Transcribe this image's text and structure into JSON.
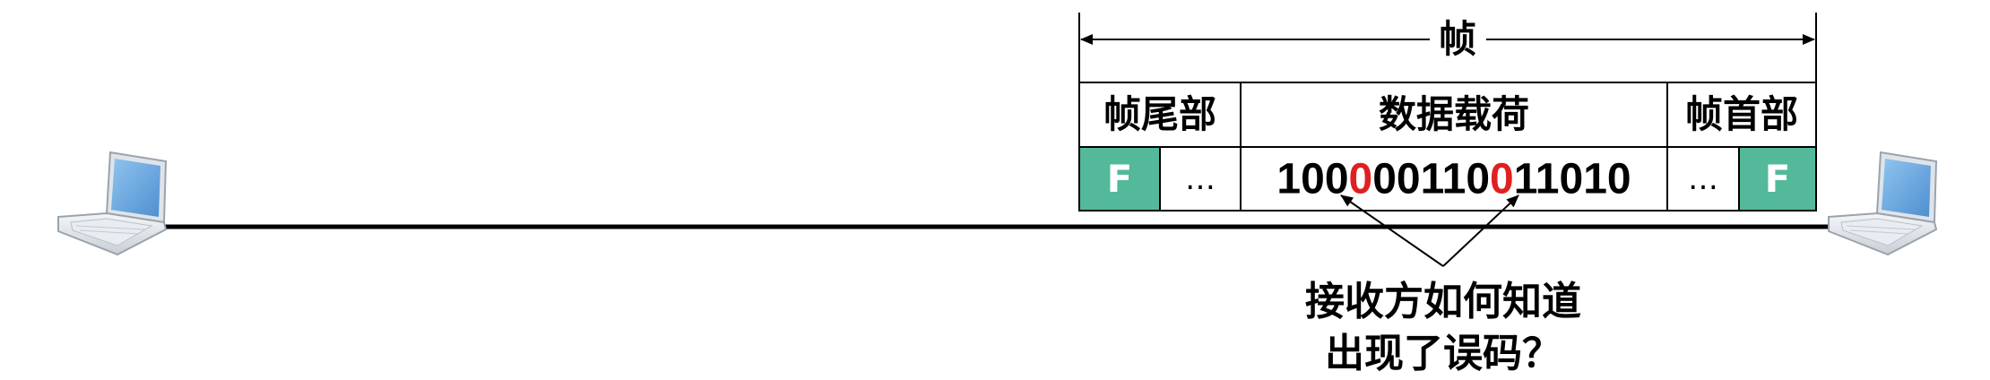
{
  "frame": {
    "label": "帧",
    "trailer_label": "帧尾部",
    "payload_label": "数据载荷",
    "header_label": "帧首部",
    "flag_left": "F",
    "flag_right": "F",
    "ellipsis_left": "…",
    "ellipsis_right": "…"
  },
  "payload": {
    "segments": [
      {
        "text": "100",
        "error": false
      },
      {
        "text": "0",
        "error": true
      },
      {
        "text": "00110",
        "error": false
      },
      {
        "text": "0",
        "error": true
      },
      {
        "text": "11010",
        "error": false
      }
    ]
  },
  "question": {
    "line1": "接收方如何知道",
    "line2": "出现了误码？"
  },
  "colors": {
    "flag_fill": "#53b99a",
    "error_highlight": "#e02020",
    "laptop_screen": "#5b9bd5",
    "link_line": "#000000"
  },
  "devices": {
    "left_icon": "laptop-icon",
    "right_icon": "laptop-icon"
  }
}
